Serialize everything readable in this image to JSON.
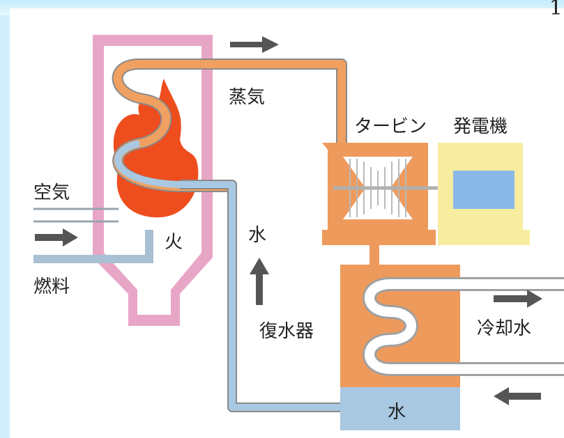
{
  "labels": {
    "steam": "蒸気",
    "turbine": "タービン",
    "generator": "発電機",
    "air": "空気",
    "fuel": "燃料",
    "fire": "火",
    "water_up": "水",
    "condenser": "復水器",
    "cooling_water": "冷却水",
    "water_tank": "水"
  },
  "corner_mark": "1",
  "colors": {
    "boiler": "#e8a6c7",
    "steam_pipe": "#f0a060",
    "water_pipe": "#a9c8e2",
    "turbine": "#ee9a5c",
    "generator": "#f6eda0",
    "generator_core": "#8ab8e6",
    "flame": "#ee4d1e",
    "arrow": "#555555"
  }
}
